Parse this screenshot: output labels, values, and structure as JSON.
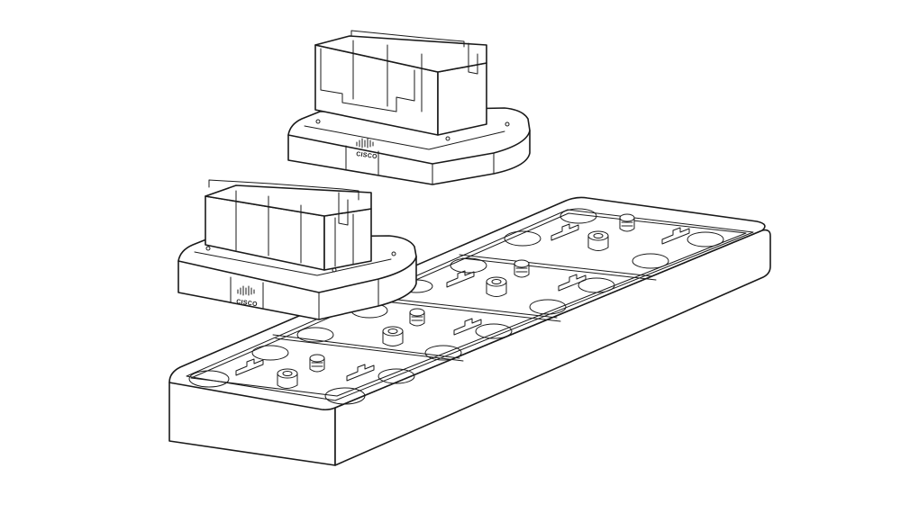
{
  "diagram": {
    "brand_text": "CISCO",
    "line_color": "#1a1a1a",
    "background": "#ffffff",
    "components": [
      {
        "name": "charging-cradle-upper",
        "logo": "cisco-logo"
      },
      {
        "name": "charging-cradle-lower",
        "logo": "cisco-logo"
      },
      {
        "name": "multi-charger-base-tray",
        "slots": 4
      }
    ]
  }
}
